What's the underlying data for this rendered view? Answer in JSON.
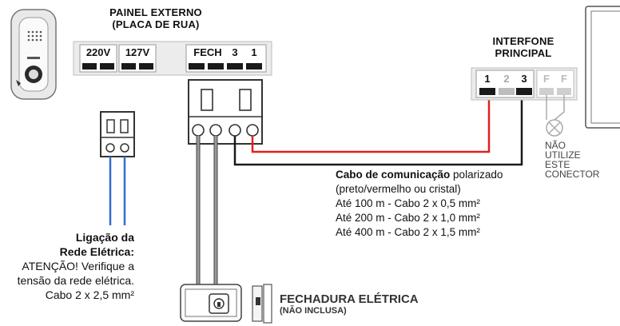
{
  "painel": {
    "title_line1": "PAINEL EXTERNO",
    "title_line2": "(PLACA DE RUA)",
    "terminals": [
      "220V",
      "127V",
      "FECH",
      "3",
      "1"
    ]
  },
  "interfone": {
    "title_line1": "INTERFONE",
    "title_line2": "PRINCIPAL",
    "terminals": [
      "1",
      "2",
      "3",
      "F",
      "F"
    ]
  },
  "warning": {
    "line1": "NÃO",
    "line2": "UTILIZE",
    "line3": "ESTE",
    "line4": "CONECTOR"
  },
  "cabo": {
    "title_bold": "Cabo de comunicação",
    "title_rest": " polarizado",
    "line2": "(preto/vermelho ou cristal)",
    "line3": "Até 100 m - Cabo 2 x 0,5 mm²",
    "line4": "Até 200 m - Cabo 2 x 1,0 mm²",
    "line5": "Até 400 m - Cabo 2 x 1,5 mm²"
  },
  "ligacao": {
    "line1": "Ligação da",
    "line2": "Rede Elétrica:",
    "line3": "ATENÇÃO! Verifique a",
    "line4": "tensão da rede elétrica.",
    "line5": "Cabo 2 x 2,5 mm²"
  },
  "fechadura": {
    "line1": "FECHADURA ELÉTRICA",
    "line2": "(NÃO INCLUSA)"
  },
  "colors": {
    "red_wire": "#e02020",
    "black_wire": "#1a1a1a",
    "blue_wire": "#2f6fd0",
    "grey_wire": "#9a9a9a"
  }
}
